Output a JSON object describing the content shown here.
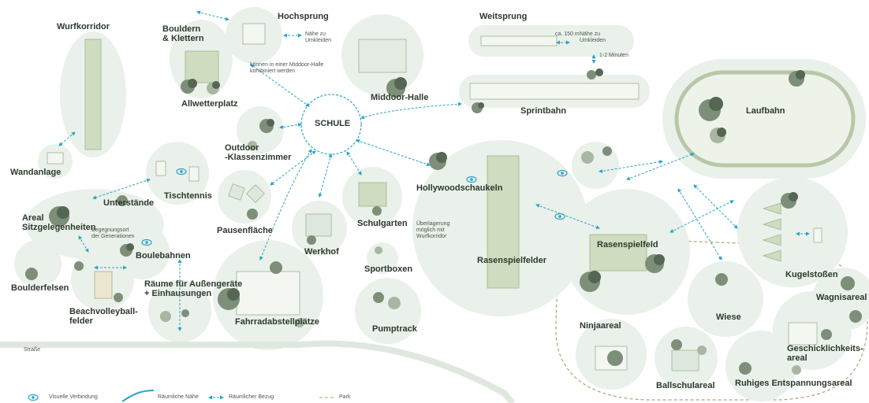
{
  "colors": {
    "zone": "#eaf0ea",
    "zone_dark": "#dfe8df",
    "field": "#cfdcbf",
    "field_border": "#9fb38f",
    "tree_dark": "#556655",
    "tree_mid": "#7d8f78",
    "tree_light": "#a9b7a2",
    "accent": "#2aa3c4",
    "park_border": "#b3a173",
    "text": "#2c3a2c"
  },
  "school": {
    "label": "SCHULE"
  },
  "areas": {
    "wurfkorridor": "Wurfkorridor",
    "bouldern": "Bouldern\n& Klettern",
    "hochsprung": "Hochsprung",
    "weitsprung": "Weitsprung",
    "allwetterplatz": "Allwetterplatz",
    "middoor": "Middoor-Halle",
    "sprintbahn": "Sprintbahn",
    "laufbahn": "Laufbahn",
    "outdoor": "Outdoor\n-Klassenzimmer",
    "wandanlage": "Wandanlage",
    "tischtennis": "Tischtennis",
    "unterstaende": "Unterstände",
    "areal_sitz": "Areal\nSitzgelegenheiten",
    "pausenflaeche": "Pausenfläche",
    "hollywood": "Hollywoodschaukeln",
    "schulgarten": "Schulgarten",
    "boulebahnen": "Boulebahnen",
    "werkhof": "Werkhof",
    "rasenspielfelder": "Rasenspielfelder",
    "rasenspielfeld": "Rasenspielfeld",
    "sportboxen": "Sportboxen",
    "kugelstossen": "Kugelstoßen",
    "boulderfelsen": "Boulderfelsen",
    "raeume": "Räume für Außengeräte\n+ Einhausungen",
    "beachvolleyball": "Beachvolleyball-\nfelder",
    "fahrrad": "Fahrradabstellplätze",
    "pumptrack": "Pumptrack",
    "wagnisareal": "Wagnisareal",
    "ninjaareal": "Ninjaareal",
    "wiese": "Wiese",
    "geschicklichkeit": "Geschicklichkeits-\nareal",
    "ballschulareal": "Ballschulareal",
    "ruhiges": "Ruhiges Entspannungsareal"
  },
  "notes": {
    "naehe1": "Nähe zu\nUmkleiden",
    "middoor_note": "können in einer Middoor-Halle\nkombiniert werden",
    "distance": "ca. 150 m",
    "naehe2": "Nähe zu\nUmkleiden",
    "minutes": "1-2 Minuten",
    "generationen": "Begegnungsort\nder Generationen",
    "ueberlagerung": "Überlagerung\nmöglich mit\nWurfkorridor",
    "strasse": "Straße"
  },
  "legend": {
    "visual": "Visuelle Verbindung",
    "proximity": "Räumliche Nähe",
    "relation": "Räumlicher Bezug",
    "park": "Park"
  }
}
